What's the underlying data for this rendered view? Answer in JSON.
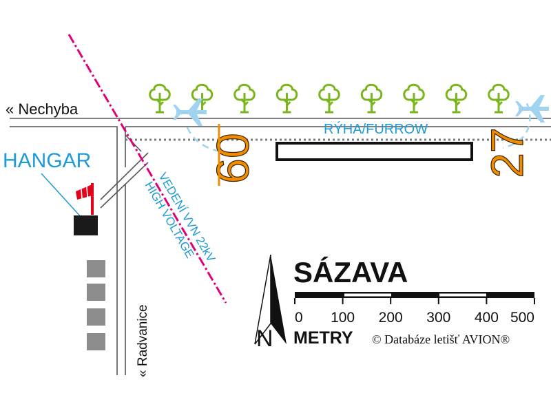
{
  "map": {
    "title": "SÁZAVA",
    "colors": {
      "road": "#555555",
      "trees": "#7ab51d",
      "power_line": "#e0007a",
      "blue_text": "#1e9ad6",
      "runway_number": "#f08c00",
      "plane": "#9fd3f0",
      "windsock": "#e2001a",
      "hangar": "#1a1a1a",
      "buildings": "#8c8c8c"
    },
    "roads": {
      "nechyba_label": "« Nechyba",
      "radvanice_label": "« Radvanice"
    },
    "hangar_label": "HANGAR",
    "runway": {
      "designator_west": "09",
      "designator_east": "27",
      "furrow_label": "RÝHA/FURROW"
    },
    "power_line": {
      "label_cz": "VEDENÍ VVN 22kV",
      "label_en": "HIGH VOLTAGE"
    },
    "north_label": "N",
    "scale": {
      "unit": "METRY",
      "ticks": [
        "0",
        "100",
        "200",
        "300",
        "400",
        "500"
      ]
    },
    "copyright": "© Databáze letišť AVION®"
  }
}
